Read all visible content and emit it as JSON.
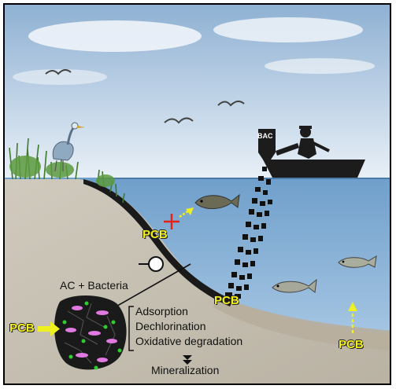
{
  "labels": {
    "boat_bag": "BAC",
    "pcb_sediment_upper": "PCB",
    "pcb_sediment_lower": "PCB",
    "pcb_water": "PCB",
    "pcb_particle": "PCB",
    "ac_bacteria": "AC + Bacteria",
    "adsorption": "Adsorption",
    "dechlorination": "Dechlorination",
    "oxidative_degradation": "Oxidative degradation",
    "mineralization": "Mineralization"
  },
  "colors": {
    "sky_top": "#8fb1d3",
    "sky_bottom": "#e6eef6",
    "water_top": "#7aa8d2",
    "water_bottom": "#aecbe6",
    "sediment": "#c8c2b4",
    "pcb_text": "#f4f01c",
    "arrow_yellow": "#eef020",
    "cross_red": "#e8201a",
    "bacteria_green": "#2ecc2e",
    "bacteria_pink": "#e07ae0",
    "activated_carbon": "#1a1a1a"
  },
  "icons": [
    "heron-icon",
    "bird-icon",
    "fish-icon",
    "boat-icon",
    "person-icon",
    "magnifier-icon",
    "cross-icon",
    "grass-icon"
  ]
}
